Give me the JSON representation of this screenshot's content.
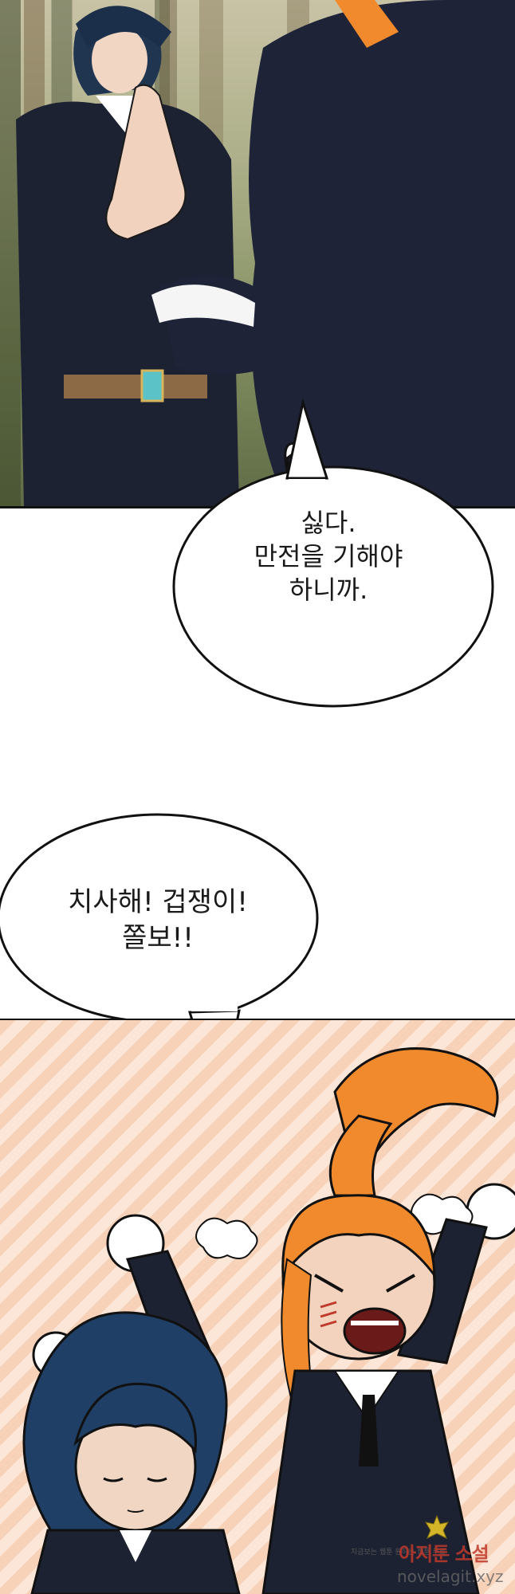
{
  "panels": [
    {
      "id": "forest-panel"
    },
    {
      "id": "chibi-panel"
    }
  ],
  "bubble1": {
    "lines": [
      "싫다.",
      "만전을 기해야",
      "하니까."
    ]
  },
  "bubble2": {
    "lines": [
      "치사해! 겁쟁이!",
      "쫄보!!"
    ]
  },
  "watermark": {
    "tagline": "지금보는 웹툰 원하는 웹툰 무료",
    "brand": "아지툰 소설",
    "url": "novelagit.xyz"
  },
  "colors": {
    "forest": "#8a9668",
    "uniform": "#1d2233",
    "orange_hair": "#f08a2c",
    "blue_hair": "#1f3f66",
    "stripe_bg": "#f7d2b8"
  }
}
